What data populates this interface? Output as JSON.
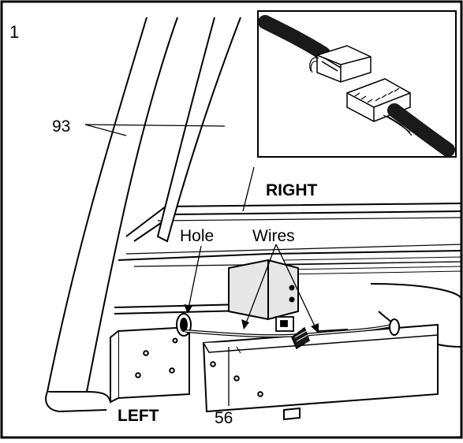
{
  "step": {
    "number": "1"
  },
  "labels": {
    "part_93": "93",
    "right": "RIGHT",
    "hole": "Hole",
    "wires": "Wires",
    "left": "LEFT",
    "part_56": "56"
  },
  "colors": {
    "line": "#000000",
    "background": "#ffffff",
    "shade": "#d8d8d8",
    "dark": "#1a1a1a"
  }
}
